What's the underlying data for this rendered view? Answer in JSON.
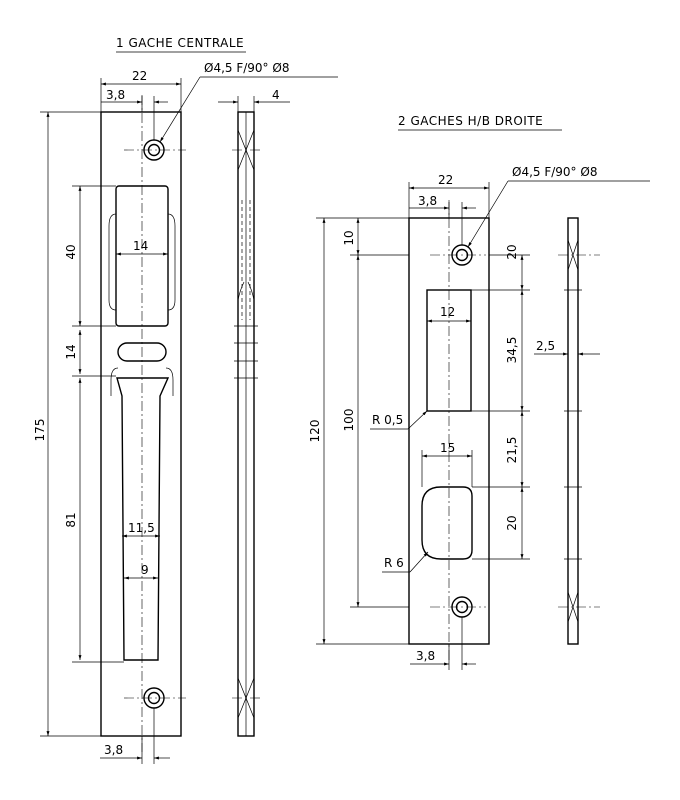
{
  "views": {
    "left": {
      "title": "1 GACHE CENTRALE",
      "hole_callout": "Ø4,5  F/90° Ø8",
      "dims": {
        "width": "22",
        "hole_offset_top": "3,8",
        "hole_offset_bottom": "3,8",
        "thickness": "4",
        "total_length": "175",
        "upper_slot_length": "40",
        "upper_slot_width": "14",
        "middle_gap": "14",
        "lower_slot_length": "81",
        "lower_slot_top_width": "11,5",
        "lower_slot_bottom_width": "9"
      }
    },
    "right": {
      "title": "2 GACHES H/B DROITE",
      "hole_callout": "Ø4,5  F/90° Ø8",
      "dims": {
        "width": "22",
        "hole_offset_top": "3,8",
        "hole_offset_bottom": "3,8",
        "thickness": "2,5",
        "total_length": "120",
        "hole_to_top": "10",
        "hole_spacing": "100",
        "hole_to_rect": "20",
        "rect_length": "34,5",
        "rect_width": "12",
        "rect_radius": "R 0,5",
        "rect_to_slot": "21,5",
        "slot_length": "20",
        "slot_width": "15",
        "slot_radius": "R 6"
      }
    }
  }
}
